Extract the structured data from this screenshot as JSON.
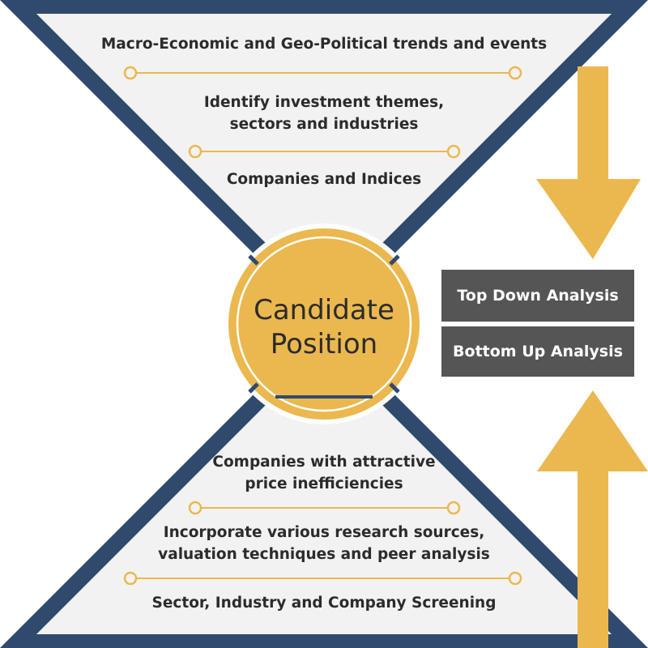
{
  "colors": {
    "navy": "#2f4a6d",
    "panel": "#f2f2f2",
    "gold": "#ebb84f",
    "box": "#555555",
    "text": "#2b2b2b"
  },
  "top_funnel": {
    "steps": [
      {
        "lines": [
          "Macro-Economic and Geo-Political trends and events"
        ]
      },
      {
        "lines": [
          "Identify investment themes,",
          "sectors and industries"
        ]
      },
      {
        "lines": [
          "Companies and Indices"
        ]
      }
    ]
  },
  "bottom_funnel": {
    "steps": [
      {
        "lines": [
          "Companies with attractive",
          "price inefficiencies"
        ]
      },
      {
        "lines": [
          "Incorporate various research sources,",
          "valuation techniques and peer analysis"
        ]
      },
      {
        "lines": [
          "Sector, Industry and Company Screening"
        ]
      }
    ]
  },
  "center": {
    "lines": [
      "Candidate",
      "Position"
    ]
  },
  "labels": {
    "top_down": "Top Down Analysis",
    "bottom_up": "Bottom Up Analysis"
  },
  "arrows": {
    "down_icon": "arrow-down-icon",
    "up_icon": "arrow-up-icon"
  }
}
